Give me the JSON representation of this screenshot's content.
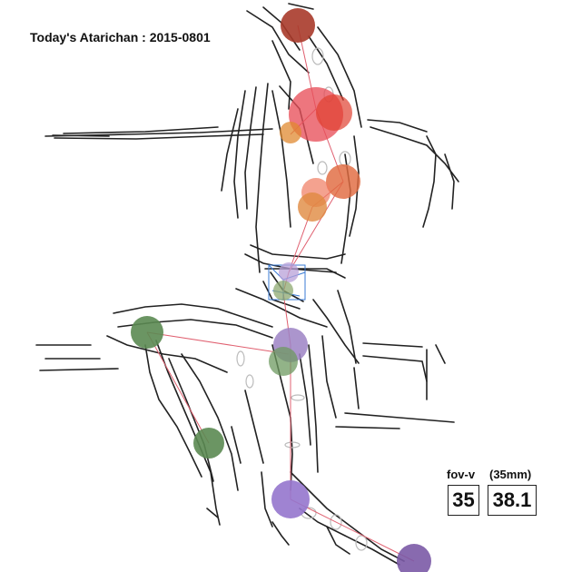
{
  "title": "Today's Atarichan : 2015-0801",
  "camera": {
    "fov_label": "fov-v",
    "lens_label": "(35mm)",
    "fov_value": "35",
    "lens_value": "38.1"
  },
  "colors": {
    "background": "#ffffff",
    "sketch_line": "#222222",
    "bone_line": "#e06070",
    "gizmo": "#3a7bd5",
    "joint_head": "#a83a2a",
    "joint_chest": "#e8505a",
    "joint_shoulder": "#e0763a",
    "joint_elbow": "#e08040",
    "joint_hip": "#9c83c4",
    "joint_knee_left": "#5b8a52",
    "joint_knee_right": "#9575cd",
    "joint_ankle": "#7b5aa6"
  }
}
